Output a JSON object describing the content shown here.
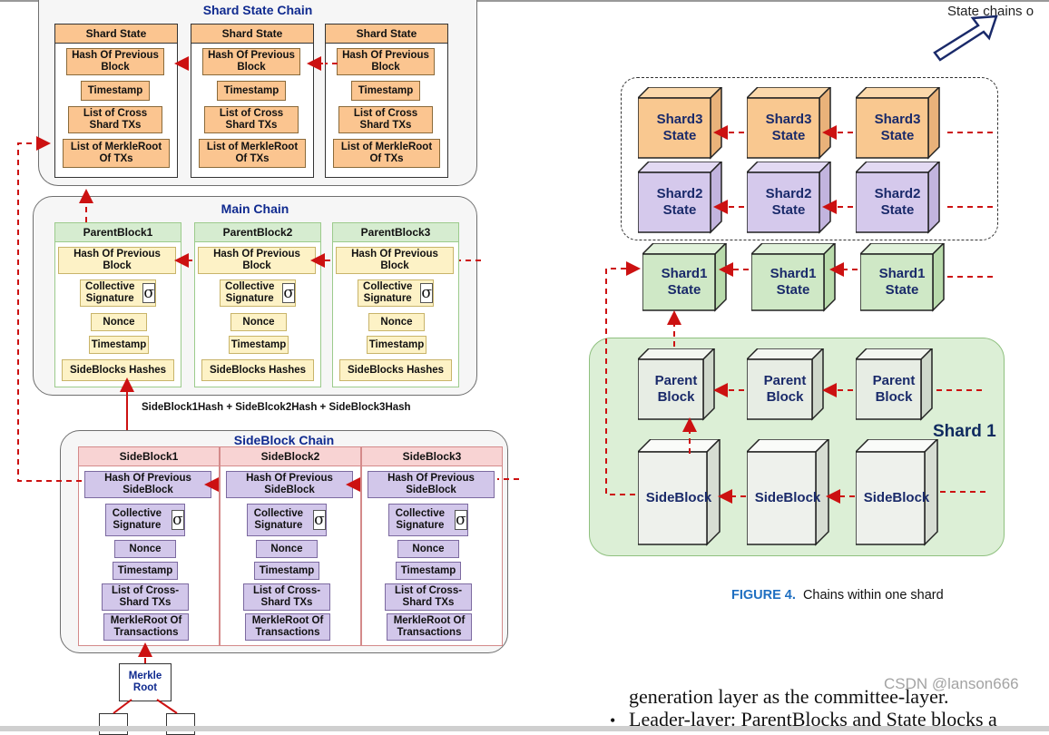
{
  "left": {
    "shard_state_chain": {
      "title": "Shard State Chain",
      "columns": [
        {
          "head": "Shard State",
          "cells": [
            "Hash Of Previous Block",
            "Timestamp",
            "List of Cross Shard TXs",
            "List of MerkleRoot Of TXs"
          ]
        },
        {
          "head": "Shard State",
          "cells": [
            "Hash Of Previous Block",
            "Timestamp",
            "List of Cross Shard TXs",
            "List of MerkleRoot Of TXs"
          ]
        },
        {
          "head": "Shard State",
          "cells": [
            "Hash Of Previous Block",
            "Timestamp",
            "List of Cross Shard TXs",
            "List of MerkleRoot Of TXs"
          ]
        }
      ]
    },
    "main_chain": {
      "title": "Main Chain",
      "columns": [
        {
          "head": "ParentBlock1",
          "cells": [
            "Hash Of Previous Block",
            "Collective Signature",
            "Nonce",
            "Timestamp",
            "SideBlocks Hashes"
          ]
        },
        {
          "head": "ParentBlock2",
          "cells": [
            "Hash Of Previous Block",
            "Collective Signature",
            "Nonce",
            "Timestamp",
            "SideBlocks Hashes"
          ]
        },
        {
          "head": "ParentBlock3",
          "cells": [
            "Hash Of Previous Block",
            "Collective Signature",
            "Nonce",
            "Timestamp",
            "SideBlocks Hashes"
          ]
        }
      ]
    },
    "hash_label": "SideBlock1Hash + SideBlcok2Hash + SideBlock3Hash",
    "sideblock_chain": {
      "title": "SideBlock Chain",
      "columns": [
        {
          "head": "SideBlock1",
          "cells": [
            "Hash Of Previous SideBlock",
            "Collective Signature",
            "Nonce",
            "Timestamp",
            "List of Cross-Shard TXs",
            "MerkleRoot Of Transactions"
          ]
        },
        {
          "head": "SideBlock2",
          "cells": [
            "Hash Of Previous SideBlock",
            "Collective Signature",
            "Nonce",
            "Timestamp",
            "List of Cross-Shard TXs",
            "MerkleRoot Of Transactions"
          ]
        },
        {
          "head": "SideBlock3",
          "cells": [
            "Hash Of Previous SideBlock",
            "Collective Signature",
            "Nonce",
            "Timestamp",
            "List of Cross-Shard TXs",
            "MerkleRoot Of Transactions"
          ]
        }
      ]
    },
    "sigma": "σ",
    "merkle_root": "Merkle Root"
  },
  "right": {
    "top_label": "State chains o",
    "shard3_state": "Shard3 State",
    "shard2_state": "Shard2 State",
    "shard1_state": "Shard1 State",
    "parent_block": "Parent Block",
    "sideblock": "SideBlock",
    "shard_label": "Shard 1",
    "figure_label": "FIGURE 4.",
    "figure_caption": "Chains within one shard",
    "body_line1": "generation layer as the committee-layer.",
    "body_line2": "Leader-layer: ParentBlocks and State blocks a",
    "watermark": "CSDN @lanson666"
  },
  "colors": {
    "orange": "#fbc590",
    "yellow": "#fdf2c6",
    "purple": "#d2c7ea",
    "green": "#d6ecd0",
    "red_arrow": "#cc1111",
    "title_blue": "#0f2a8f"
  }
}
